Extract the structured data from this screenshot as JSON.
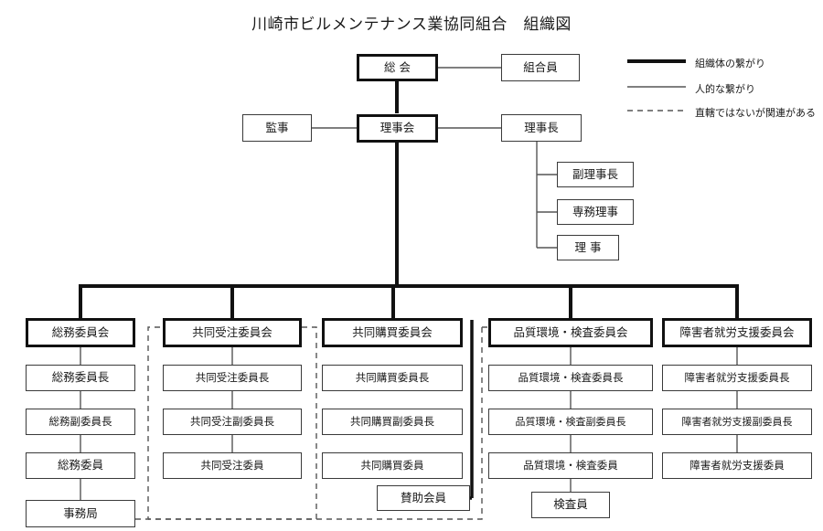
{
  "title": "川崎市ビルメンテナンス業協同組合　組織図",
  "legend": {
    "items": [
      {
        "style": "thick",
        "label": "組織体の繋がり"
      },
      {
        "style": "thin",
        "label": "人的な繋がり"
      },
      {
        "style": "dashed",
        "label": "直轄ではないが関連がある"
      }
    ]
  },
  "top": {
    "general_meeting": "総  会",
    "members": "組合員",
    "auditor": "監事",
    "board": "理事会",
    "chairman": "理事長",
    "officers": [
      "副理事長",
      "専務理事",
      "理  事"
    ]
  },
  "committees": [
    {
      "header": "総務委員会",
      "members": [
        "総務委員長",
        "総務副委員長",
        "総務委員",
        "事務局"
      ]
    },
    {
      "header": "共同受注委員会",
      "members": [
        "共同受注委員長",
        "共同受注副委員長",
        "共同受注委員"
      ]
    },
    {
      "header": "共同購買委員会",
      "members": [
        "共同購買委員長",
        "共同購買副委員長",
        "共同購買委員"
      ],
      "extra": "賛助会員"
    },
    {
      "header": "品質環境・検査委員会",
      "members": [
        "品質環境・検査委員長",
        "品質環境・検査副委員長",
        "品質環境・検査委員"
      ],
      "extra": "検査員"
    },
    {
      "header": "障害者就労支援委員会",
      "members": [
        "障害者就労支援委員長",
        "障害者就労支援副委員長",
        "障害者就労支援委員"
      ]
    }
  ],
  "colors": {
    "thick_line": "#111111",
    "thin_line": "#555555",
    "dashed_line": "#555555",
    "box_border": "#3a3a3a",
    "text": "#1a1a1a",
    "background": "#ffffff"
  }
}
